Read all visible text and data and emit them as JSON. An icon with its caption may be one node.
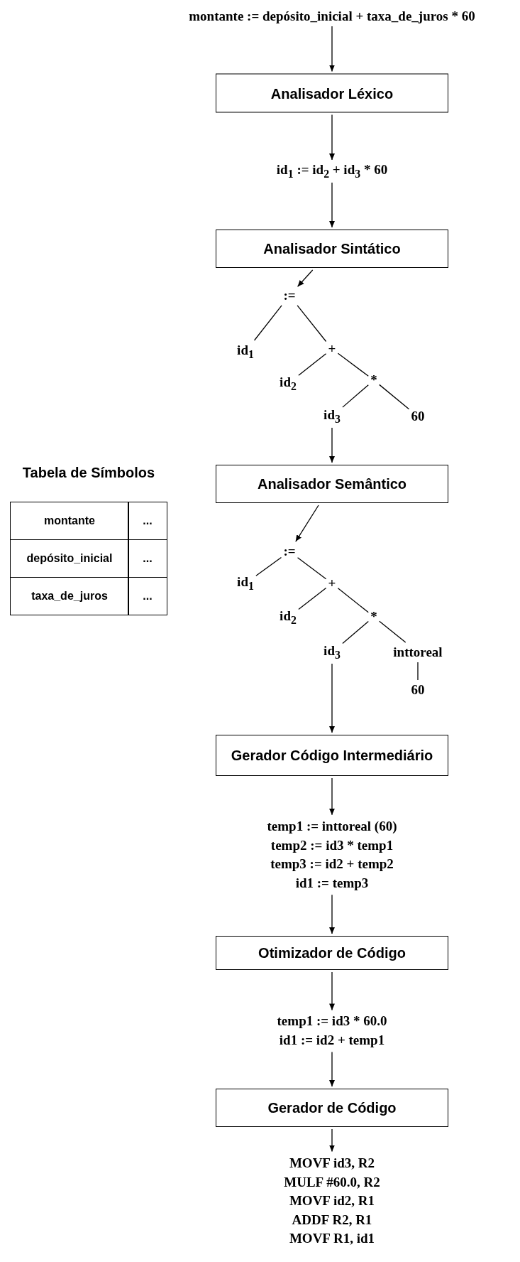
{
  "diagram": {
    "nodes": [
      {
        "text": [
          "montante := depósito_inicial + taxa_de_juros * 60"
        ]
      },
      {
        "text": [
          "Analisador Léxico"
        ]
      },
      {
        "text": [
          "id$_{1}$ := id$_{2}$ + id$_{3}$ * 60"
        ]
      },
      {
        "text": [
          "Analisador Sintático"
        ]
      },
      {
        "text": [
          ":="
        ]
      },
      {
        "text": [
          "id$_{1}$"
        ]
      },
      {
        "text": [
          "+"
        ]
      },
      {
        "text": [
          "id$_{2}$"
        ]
      },
      {
        "text": [
          "*"
        ]
      },
      {
        "text": [
          "id$_{3}$"
        ]
      },
      {
        "text": [
          "60"
        ]
      },
      {
        "text": [
          "Analisador Semântico"
        ]
      },
      {
        "text": [
          ":="
        ]
      },
      {
        "text": [
          "id$_{1}$"
        ]
      },
      {
        "text": [
          "+"
        ]
      },
      {
        "text": [
          "id$_{2}$"
        ]
      },
      {
        "text": [
          "*"
        ]
      },
      {
        "text": [
          "id$_{3}$"
        ]
      },
      {
        "text": [
          "inttoreal"
        ]
      },
      {
        "text": [
          "60"
        ]
      },
      {
        "text": [
          "Gerador Código Intermediário"
        ]
      },
      {
        "text": [
          "temp1 := inttoreal (60)",
          "temp2 := id3 * temp1",
          "temp3 := id2 + temp2",
          "id1 := temp3"
        ]
      },
      {
        "text": [
          "Otimizador de Código"
        ]
      },
      {
        "text": [
          "temp1 := id3 * 60.0",
          "id1 := id2 + temp1"
        ]
      },
      {
        "text": [
          "Gerador de Código"
        ]
      },
      {
        "text": [
          "MOVF id3, R2",
          "MULF #60.0, R2",
          "MOVF id2, R1",
          "ADDF R2, R1",
          "MOVF R1, id1"
        ]
      }
    ],
    "edges": [
      {
        "from": 0,
        "to": 1,
        "arrow": "to"
      },
      {
        "from": 1,
        "to": 2,
        "arrow": "to"
      },
      {
        "from": 2,
        "to": 3,
        "arrow": "to"
      },
      {
        "from": 3,
        "to": 4,
        "arrow": "to"
      },
      {
        "from": 4,
        "to": 5,
        "arrow": "none"
      },
      {
        "from": 4,
        "to": 6,
        "arrow": "none"
      },
      {
        "from": 6,
        "to": 7,
        "arrow": "none"
      },
      {
        "from": 6,
        "to": 8,
        "arrow": "none"
      },
      {
        "from": 8,
        "to": 9,
        "arrow": "none"
      },
      {
        "from": 8,
        "to": 10,
        "arrow": "none"
      },
      {
        "from": 9,
        "to": 11,
        "arrow": "to"
      },
      {
        "from": 11,
        "to": 12,
        "arrow": "to"
      },
      {
        "from": 12,
        "to": 13,
        "arrow": "none"
      },
      {
        "from": 12,
        "to": 14,
        "arrow": "none"
      },
      {
        "from": 14,
        "to": 15,
        "arrow": "none"
      },
      {
        "from": 14,
        "to": 16,
        "arrow": "none"
      },
      {
        "from": 16,
        "to": 17,
        "arrow": "none"
      },
      {
        "from": 16,
        "to": 18,
        "arrow": "none"
      },
      {
        "from": 18,
        "to": 19,
        "arrow": "none"
      },
      {
        "from": 17,
        "to": 20,
        "arrow": "to"
      },
      {
        "from": 20,
        "to": 21,
        "arrow": "to"
      },
      {
        "from": 21,
        "to": 22,
        "arrow": "to"
      },
      {
        "from": 22,
        "to": 23,
        "arrow": "to"
      },
      {
        "from": 23,
        "to": 24,
        "arrow": "to"
      },
      {
        "from": 24,
        "to": 25,
        "arrow": "to"
      }
    ],
    "labels": [
      "Tabela de Símbolos",
      "montante",
      "...",
      "depósito_inicial",
      "...",
      "taxa_de_juros",
      "..."
    ]
  }
}
